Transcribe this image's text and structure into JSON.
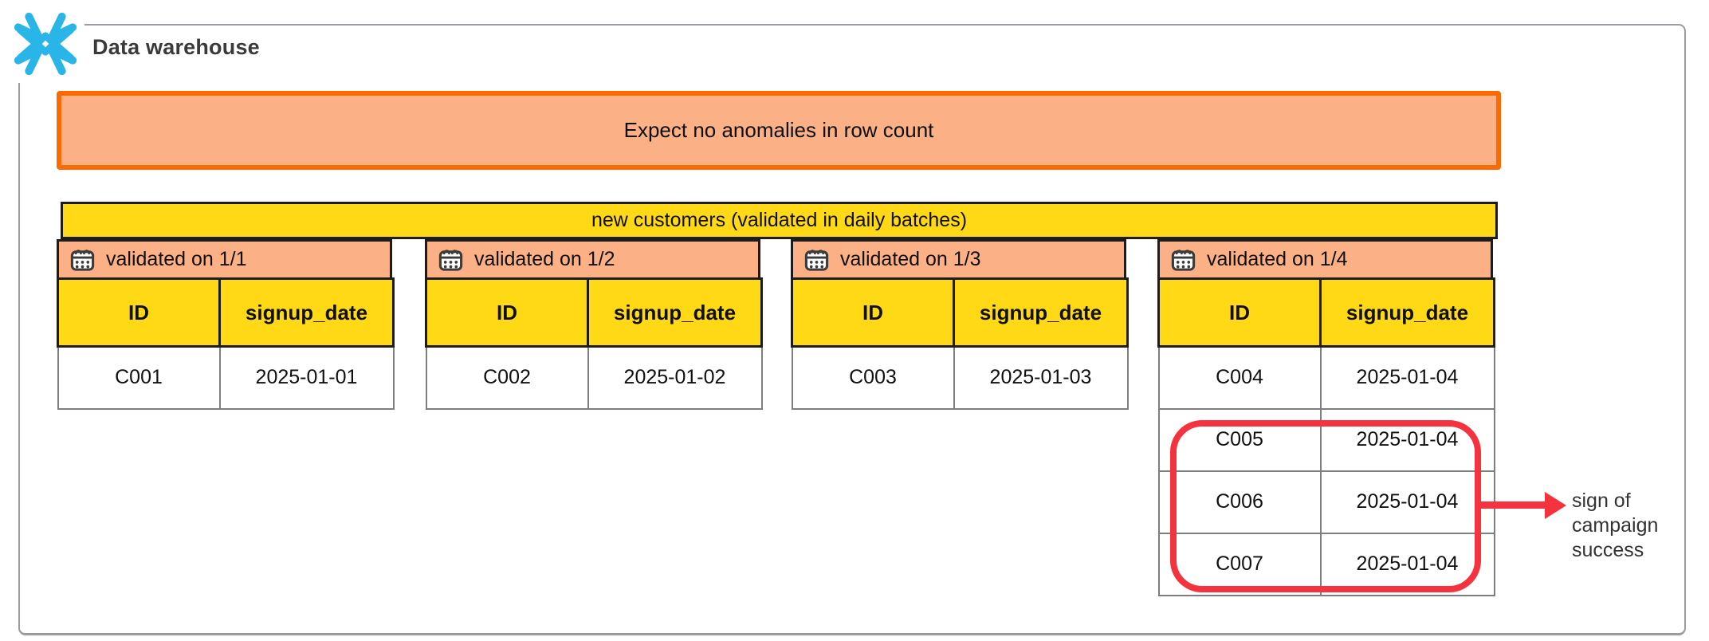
{
  "brand": {
    "logo": "snowflake-icon",
    "title": "Data warehouse"
  },
  "expectation_banner": {
    "text": "Expect no anomalies in row count"
  },
  "dataset_banner": {
    "text": "new customers (validated in daily batches)"
  },
  "columns": [
    "ID",
    "signup_date"
  ],
  "batches": [
    {
      "label": "validated on 1/1",
      "icon": "calendar-icon",
      "rows": [
        [
          "C001",
          "2025-01-01"
        ]
      ]
    },
    {
      "label": "validated on 1/2",
      "icon": "calendar-icon",
      "rows": [
        [
          "C002",
          "2025-01-02"
        ]
      ]
    },
    {
      "label": "validated on 1/3",
      "icon": "calendar-icon",
      "rows": [
        [
          "C003",
          "2025-01-03"
        ]
      ]
    },
    {
      "label": "validated on 1/4",
      "icon": "calendar-icon",
      "rows": [
        [
          "C004",
          "2025-01-04"
        ],
        [
          "C005",
          "2025-01-04"
        ],
        [
          "C006",
          "2025-01-04"
        ],
        [
          "C007",
          "2025-01-04"
        ]
      ]
    }
  ],
  "annotation": {
    "lines": [
      "sign of",
      "campaign",
      "success"
    ],
    "highlighted_rows": [
      "C005",
      "C006",
      "C007"
    ]
  },
  "colors": {
    "snowflake_blue": "#29B5E8",
    "banner_fill": "#FBB185",
    "banner_border": "#FB6B04",
    "yellow": "#FFD915",
    "highlight_red": "#F4333F",
    "frame_gray": "#9B9BA1"
  }
}
